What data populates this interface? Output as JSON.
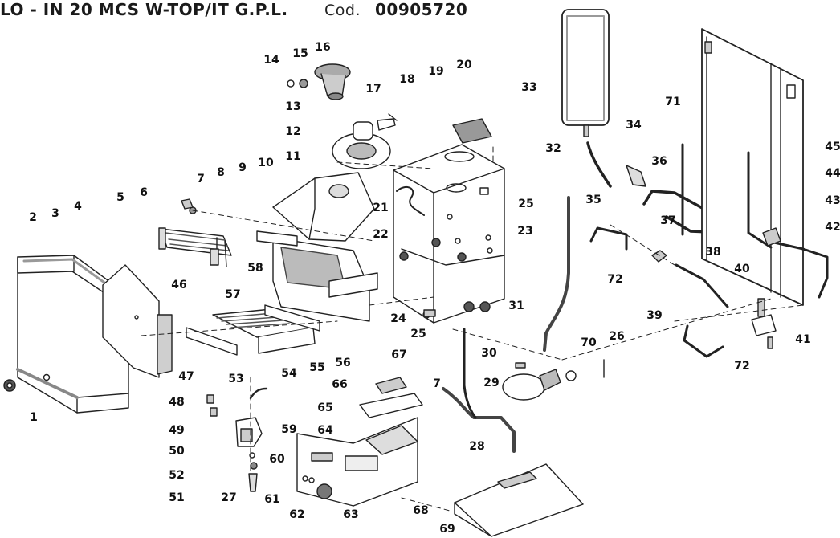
{
  "header": {
    "title": "LO - IN 20 MCS W-TOP/IT G.P.L.",
    "cod_label": "Cod.",
    "cod_value": "00905720"
  },
  "part_numbers": [
    "1",
    "2",
    "3",
    "4",
    "5",
    "6",
    "7",
    "8",
    "9",
    "10",
    "11",
    "12",
    "13",
    "14",
    "15",
    "16",
    "17",
    "18",
    "19",
    "20",
    "21",
    "22",
    "23",
    "24",
    "25",
    "26",
    "27",
    "28",
    "29",
    "30",
    "31",
    "32",
    "33",
    "34",
    "35",
    "36",
    "37",
    "38",
    "39",
    "40",
    "41",
    "42",
    "43",
    "44",
    "45",
    "46",
    "47",
    "48",
    "49",
    "50",
    "51",
    "52",
    "53",
    "54",
    "55",
    "56",
    "57",
    "58",
    "59",
    "60",
    "61",
    "62",
    "63",
    "64",
    "65",
    "66",
    "67",
    "68",
    "69",
    "70",
    "71",
    "72"
  ],
  "callout_labels": {
    "p1": "1",
    "p2": "2",
    "p3": "3",
    "p4": "4",
    "p5": "5",
    "p6": "6",
    "p7a": "7",
    "p7b": "7",
    "p8": "8",
    "p9": "9",
    "p10": "10",
    "p11": "11",
    "p12": "12",
    "p13": "13",
    "p14": "14",
    "p15": "15",
    "p16": "16",
    "p17": "17",
    "p18": "18",
    "p19": "19",
    "p20": "20",
    "p21": "21",
    "p22": "22",
    "p23": "23",
    "p24": "24",
    "p25a": "25",
    "p25b": "25",
    "p26": "26",
    "p27": "27",
    "p28": "28",
    "p29": "29",
    "p30": "30",
    "p31": "31",
    "p32": "32",
    "p33": "33",
    "p34": "34",
    "p35": "35",
    "p36": "36",
    "p37": "37",
    "p38": "38",
    "p39": "39",
    "p40": "40",
    "p41": "41",
    "p42": "42",
    "p43": "43",
    "p44": "44",
    "p45": "45",
    "p46": "46",
    "p47": "47",
    "p48": "48",
    "p49": "49",
    "p50": "50",
    "p51": "51",
    "p52": "52",
    "p53": "53",
    "p54": "54",
    "p55": "55",
    "p56": "56",
    "p57": "57",
    "p58": "58",
    "p59": "59",
    "p60": "60",
    "p61": "61",
    "p62": "62",
    "p63": "63",
    "p64": "64",
    "p65": "65",
    "p66": "66",
    "p67": "67",
    "p68": "68",
    "p69": "69",
    "p70": "70",
    "p71": "71",
    "p72a": "72",
    "p72b": "72"
  },
  "colors": {
    "line": "#222222",
    "fill": "#ffffff",
    "shade": "#bdbdbd",
    "dark": "#666666"
  }
}
